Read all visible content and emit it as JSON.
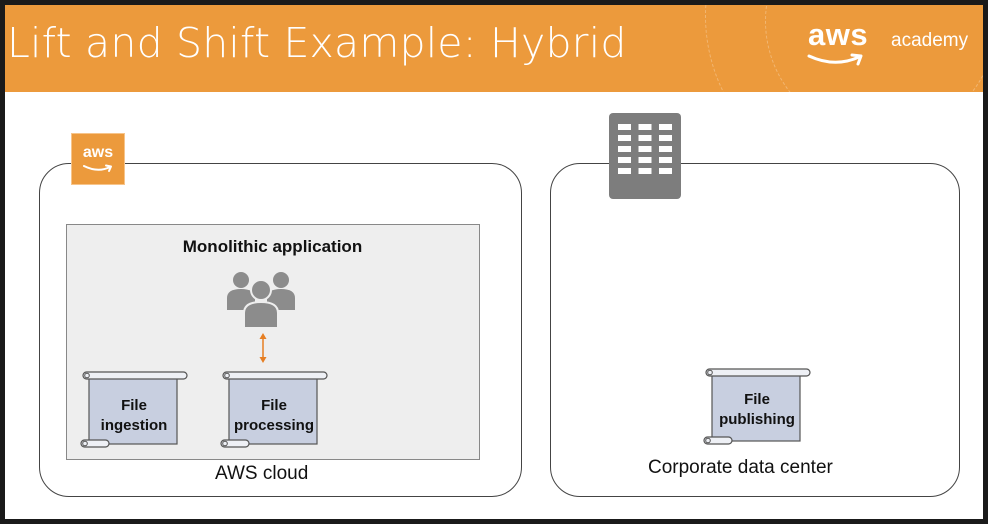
{
  "header": {
    "title": "Lift and Shift Example: Hybrid",
    "brand_aws": "aws",
    "brand_academy": "academy"
  },
  "colors": {
    "accent": "#ec9a3c",
    "arrow": "#e67e22",
    "icon_gray": "#8c8c8c",
    "app_box_fill": "#eeeeee"
  },
  "aws_cloud": {
    "badge": "aws",
    "caption": "AWS cloud",
    "app": {
      "title": "Monolithic application",
      "icon": "users-group-icon",
      "components": [
        {
          "label_1": "File",
          "label_2": "ingestion",
          "icon": "scroll-icon"
        },
        {
          "label_1": "File",
          "label_2": "processing",
          "icon": "scroll-icon"
        }
      ]
    }
  },
  "data_center": {
    "icon": "corporate-data-center-icon",
    "caption": "Corporate data center",
    "components": [
      {
        "label_1": "File",
        "label_2": "publishing",
        "icon": "scroll-icon"
      }
    ]
  }
}
